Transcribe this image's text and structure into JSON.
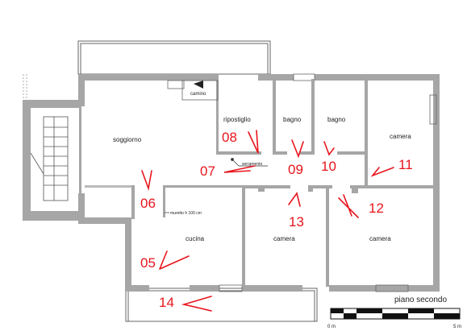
{
  "rooms": {
    "soggiorno": "soggiorno",
    "camino": "camino",
    "ripostiglio": "ripostiglio",
    "bagno1": "bagno",
    "bagno2": "bagno",
    "camera_right_top": "camera",
    "camera_center": "camera",
    "camera_right": "camera",
    "cucina": "cucina"
  },
  "notes": {
    "serramento": "serramento",
    "muretto": "muretto h 100 cm"
  },
  "markers": [
    "05",
    "06",
    "07",
    "08",
    "09",
    "10",
    "11",
    "12",
    "13",
    "14"
  ],
  "scale": {
    "title": "piano secondo",
    "start": "0 m",
    "end": "5 m"
  },
  "colors": {
    "wall": "#a6a6a6",
    "annotation": "#e8141c",
    "line": "#444444"
  }
}
